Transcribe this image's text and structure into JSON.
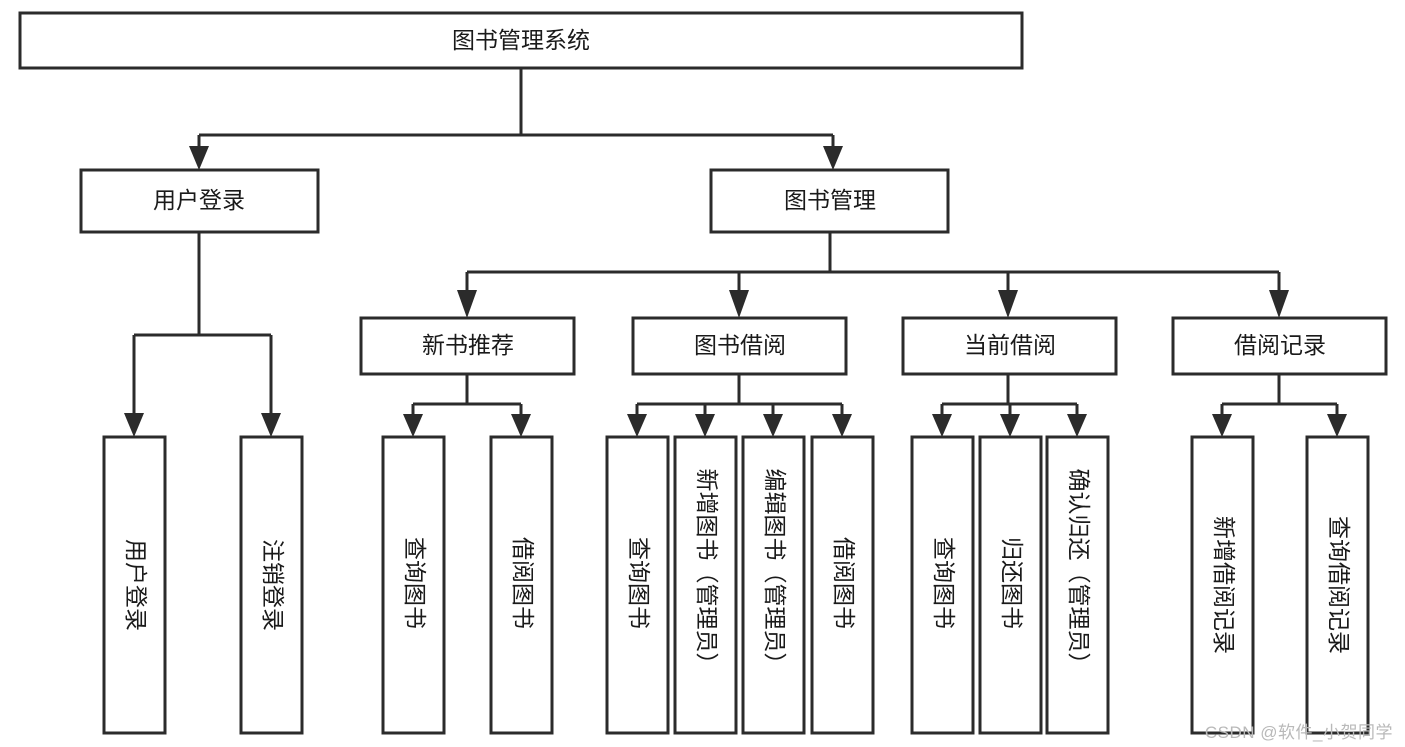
{
  "diagram": {
    "type": "tree-hierarchy",
    "title": "图书管理系统",
    "watermark": "CSDN @软件_小贺同学",
    "colors": {
      "stroke": "#2b2b2b",
      "fill": "#ffffff",
      "text": "#1a1a1a",
      "watermark": "#b9b9b9"
    },
    "levels": [
      {
        "level": 0,
        "nodes": [
          {
            "id": "root",
            "label": "图书管理系统",
            "orientation": "horizontal"
          }
        ]
      },
      {
        "level": 1,
        "nodes": [
          {
            "id": "login",
            "label": "用户登录",
            "orientation": "horizontal",
            "parent": "root"
          },
          {
            "id": "bookmgmt",
            "label": "图书管理",
            "orientation": "horizontal",
            "parent": "root"
          }
        ]
      },
      {
        "level": 2,
        "nodes": [
          {
            "id": "newbook",
            "label": "新书推荐",
            "orientation": "horizontal",
            "parent": "bookmgmt"
          },
          {
            "id": "borrow",
            "label": "图书借阅",
            "orientation": "horizontal",
            "parent": "bookmgmt"
          },
          {
            "id": "current",
            "label": "当前借阅",
            "orientation": "horizontal",
            "parent": "bookmgmt"
          },
          {
            "id": "records",
            "label": "借阅记录",
            "orientation": "horizontal",
            "parent": "bookmgmt"
          }
        ]
      },
      {
        "level": 3,
        "nodes": [
          {
            "id": "leaf-user-login",
            "label": "用户登录",
            "orientation": "vertical",
            "parent": "login"
          },
          {
            "id": "leaf-user-logout",
            "label": "注销登录",
            "orientation": "vertical",
            "parent": "login"
          },
          {
            "id": "leaf-query-book-1",
            "label": "查询图书",
            "orientation": "vertical",
            "parent": "newbook"
          },
          {
            "id": "leaf-borrow-book-1",
            "label": "借阅图书",
            "orientation": "vertical",
            "parent": "newbook"
          },
          {
            "id": "leaf-query-book-2",
            "label": "查询图书",
            "orientation": "vertical",
            "parent": "borrow"
          },
          {
            "id": "leaf-add-book",
            "label": "新增图书（管理员）",
            "orientation": "vertical",
            "parent": "borrow"
          },
          {
            "id": "leaf-edit-book",
            "label": "编辑图书（管理员）",
            "orientation": "vertical",
            "parent": "borrow"
          },
          {
            "id": "leaf-borrow-book-2",
            "label": "借阅图书",
            "orientation": "vertical",
            "parent": "borrow"
          },
          {
            "id": "leaf-query-book-3",
            "label": "查询图书",
            "orientation": "vertical",
            "parent": "current"
          },
          {
            "id": "leaf-return-book",
            "label": "归还图书",
            "orientation": "vertical",
            "parent": "current"
          },
          {
            "id": "leaf-confirm-return",
            "label": "确认归还（管理员）",
            "orientation": "vertical",
            "parent": "current"
          },
          {
            "id": "leaf-add-record",
            "label": "新增借阅记录",
            "orientation": "vertical",
            "parent": "records"
          },
          {
            "id": "leaf-query-record",
            "label": "查询借阅记录",
            "orientation": "vertical",
            "parent": "records"
          }
        ]
      }
    ],
    "node_labels": {
      "root": "图书管理系统",
      "login": "用户登录",
      "bookmgmt": "图书管理",
      "newbook": "新书推荐",
      "borrow": "图书借阅",
      "current": "当前借阅",
      "records": "借阅记录",
      "leaf_user_login": "用户登录",
      "leaf_user_logout": "注销登录",
      "leaf_query_book_1": "查询图书",
      "leaf_borrow_book_1": "借阅图书",
      "leaf_query_book_2": "查询图书",
      "leaf_add_book": "新增图书（管理员）",
      "leaf_edit_book": "编辑图书（管理员）",
      "leaf_borrow_book_2": "借阅图书",
      "leaf_query_book_3": "查询图书",
      "leaf_return_book": "归还图书",
      "leaf_confirm_return": "确认归还（管理员）",
      "leaf_add_record": "新增借阅记录",
      "leaf_query_record": "查询借阅记录"
    }
  }
}
